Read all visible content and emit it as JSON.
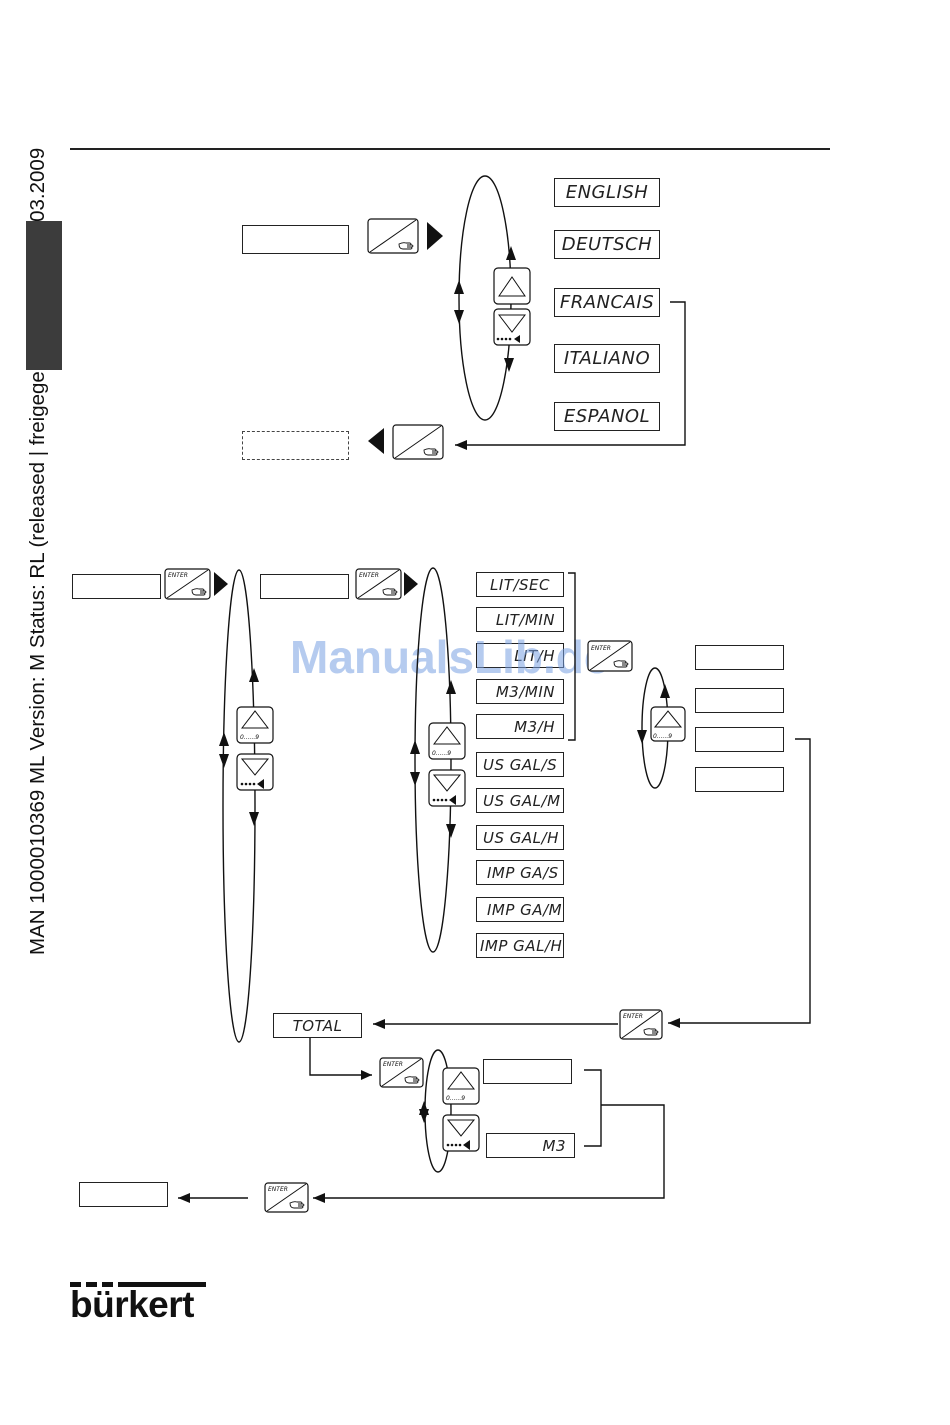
{
  "margin_note": "MAN  1000010369  ML  Version: M  Status: RL (released | freigegeben)  printed: 10.03.2009",
  "language_tab": "DEUTSCH",
  "watermark": "ManualsLib.de",
  "languages": [
    "ENGLISH",
    "DEUTSCH",
    "FRANCAIS",
    "ITALIANO",
    "ESPANOL"
  ],
  "flow_units": [
    "LIT/SEC",
    "LIT/MIN",
    "LIT/H",
    "M3/MIN",
    "M3/H",
    "US GAL/S",
    "US GAL/M",
    "US GAL/H",
    "IMP GA/S",
    "IMP GA/M",
    "IMP GAL/H"
  ],
  "total_label": "TOTAL",
  "total_unit": "M3",
  "key_labels": {
    "enter": "ENTER",
    "digits": "0......9"
  },
  "brand": "bürkert"
}
